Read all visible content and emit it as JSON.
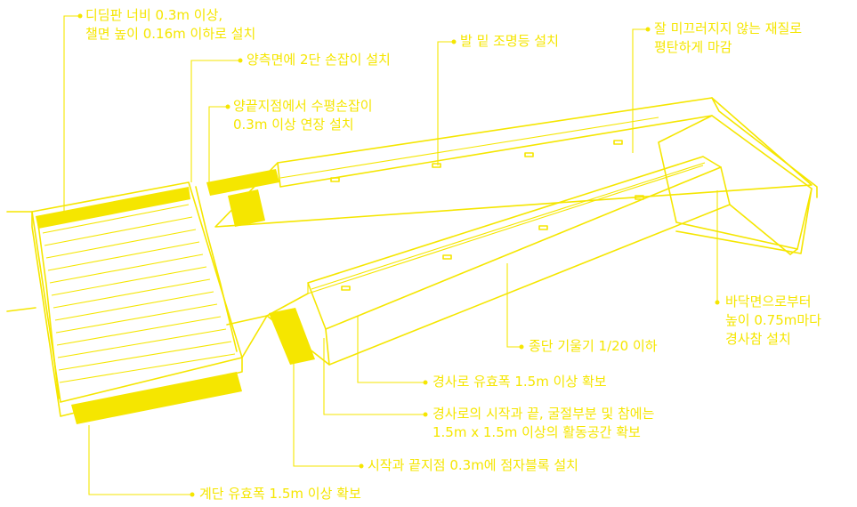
{
  "colors": {
    "line": "#f5e600",
    "background": "#ffffff"
  },
  "annotations": {
    "tread_width": [
      "디딤판 너비 0.3m 이상,",
      "챌면 높이 0.16m 이하로 설치"
    ],
    "double_handrail": [
      "양측면에 2단 손잡이 설치"
    ],
    "handrail_extension": [
      "양끝지점에서 수평손잡이",
      "0.3m 이상 연장 설치"
    ],
    "foot_lighting": [
      "발 밑 조명등 설치"
    ],
    "non_slip_finish": [
      "잘 미끄러지지 않는 재질로",
      "평탄하게 마감"
    ],
    "landing": [
      "바닥면으로부터",
      "높이 0.75m마다",
      "경사참 설치"
    ],
    "slope": [
      "종단 기울기 1/20 이하"
    ],
    "ramp_width": [
      "경사로 유효폭 1.5m 이상 확보"
    ],
    "activity_space": [
      "경사로의 시작과 끝, 굴절부분 및 참에는",
      "1.5m x 1.5m 이상의 활동공간 확보"
    ],
    "tactile_blocks": [
      "시작과 끝지점 0.3m에 점자블록 설치"
    ],
    "stair_width": [
      "계단 유효폭 1.5m 이상 확보"
    ]
  }
}
